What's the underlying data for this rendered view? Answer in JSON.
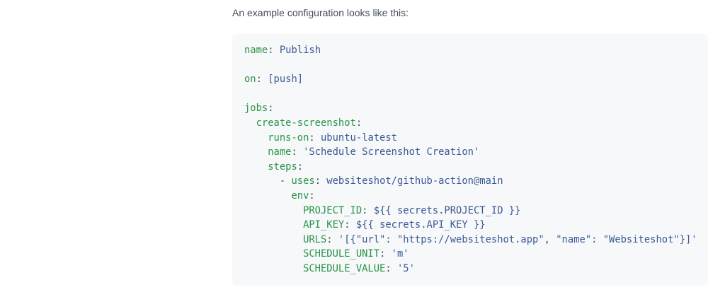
{
  "page": {
    "intro_text": "An example configuration looks like this:"
  },
  "theme": {
    "page_background": "#ffffff",
    "heading_color": "#454d5a"
  },
  "code_block": {
    "language": "yaml",
    "colors": {
      "background": "#f6f8fa",
      "key": "#2b9348",
      "value": "#3c5a96",
      "punctuation": "#414b57",
      "text": "#24292e"
    },
    "lines": [
      {
        "segments": [
          {
            "t": "name",
            "c": "key"
          },
          {
            "t": ":",
            "c": "pun"
          },
          {
            "t": " Publish",
            "c": "val"
          }
        ]
      },
      {
        "segments": []
      },
      {
        "segments": [
          {
            "t": "on",
            "c": "key"
          },
          {
            "t": ":",
            "c": "pun"
          },
          {
            "t": " [push]",
            "c": "val"
          }
        ]
      },
      {
        "segments": []
      },
      {
        "segments": [
          {
            "t": "jobs",
            "c": "key"
          },
          {
            "t": ":",
            "c": "pun"
          }
        ]
      },
      {
        "segments": [
          {
            "t": "  create-screenshot",
            "c": "key"
          },
          {
            "t": ":",
            "c": "pun"
          }
        ]
      },
      {
        "segments": [
          {
            "t": "    runs-on",
            "c": "key"
          },
          {
            "t": ":",
            "c": "pun"
          },
          {
            "t": " ubuntu-latest",
            "c": "val"
          }
        ]
      },
      {
        "segments": [
          {
            "t": "    name",
            "c": "key"
          },
          {
            "t": ":",
            "c": "pun"
          },
          {
            "t": " 'Schedule Screenshot Creation'",
            "c": "val"
          }
        ]
      },
      {
        "segments": [
          {
            "t": "    steps",
            "c": "key"
          },
          {
            "t": ":",
            "c": "pun"
          }
        ]
      },
      {
        "segments": [
          {
            "t": "      - ",
            "c": "pun"
          },
          {
            "t": "uses",
            "c": "key"
          },
          {
            "t": ":",
            "c": "pun"
          },
          {
            "t": " websiteshot/github-action@main",
            "c": "val"
          }
        ]
      },
      {
        "segments": [
          {
            "t": "        env",
            "c": "key"
          },
          {
            "t": ":",
            "c": "pun"
          }
        ]
      },
      {
        "segments": [
          {
            "t": "          PROJECT_ID",
            "c": "key"
          },
          {
            "t": ":",
            "c": "pun"
          },
          {
            "t": " ${{ secrets.PROJECT_ID }}",
            "c": "val"
          }
        ]
      },
      {
        "segments": [
          {
            "t": "          API_KEY",
            "c": "key"
          },
          {
            "t": ":",
            "c": "pun"
          },
          {
            "t": " ${{ secrets.API_KEY }}",
            "c": "val"
          }
        ]
      },
      {
        "segments": [
          {
            "t": "          URLS",
            "c": "key"
          },
          {
            "t": ":",
            "c": "pun"
          },
          {
            "t": " '[{\"url\": \"https://websiteshot.app\", \"name\": \"Websiteshot\"}]'",
            "c": "val"
          }
        ]
      },
      {
        "segments": [
          {
            "t": "          SCHEDULE_UNIT",
            "c": "key"
          },
          {
            "t": ":",
            "c": "pun"
          },
          {
            "t": " 'm'",
            "c": "val"
          }
        ]
      },
      {
        "segments": [
          {
            "t": "          SCHEDULE_VALUE",
            "c": "key"
          },
          {
            "t": ":",
            "c": "pun"
          },
          {
            "t": " '5'",
            "c": "val"
          }
        ]
      }
    ]
  }
}
